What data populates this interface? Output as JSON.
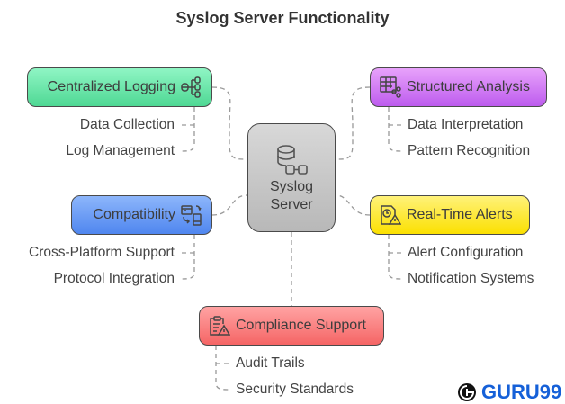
{
  "title": "Syslog Server Functionality",
  "center": {
    "line1": "Syslog",
    "line2": "Server"
  },
  "nodes": {
    "centralized_logging": {
      "label": "Centralized Logging",
      "items": [
        "Data Collection",
        "Log Management"
      ],
      "color": "#5de0a0"
    },
    "compatibility": {
      "label": "Compatibility",
      "items": [
        "Cross-Platform Support",
        "Protocol Integration"
      ],
      "color": "#5f97f5"
    },
    "structured_analysis": {
      "label": "Structured Analysis",
      "items": [
        "Data Interpretation",
        "Pattern Recognition"
      ],
      "color": "#c566f0"
    },
    "real_time_alerts": {
      "label": "Real-Time Alerts",
      "items": [
        "Alert Configuration",
        "Notification Systems"
      ],
      "color": "#fde722"
    },
    "compliance_support": {
      "label": "Compliance Support",
      "items": [
        "Audit Trails",
        "Security Standards"
      ],
      "color": "#f77272"
    }
  },
  "logo": {
    "text": "GURU99"
  }
}
